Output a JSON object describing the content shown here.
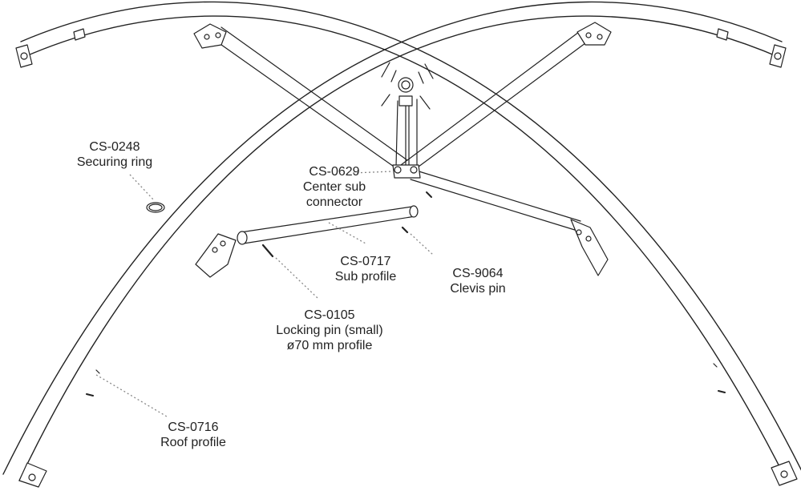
{
  "parts": [
    {
      "code": "CS-0248",
      "name": "Securing ring"
    },
    {
      "code": "CS-0629",
      "name": "Center sub",
      "name2": "connector"
    },
    {
      "code": "CS-0717",
      "name": "Sub profile"
    },
    {
      "code": "CS-9064",
      "name": "Clevis pin"
    },
    {
      "code": "CS-0105",
      "name": "Locking pin (small)",
      "name2": "ø70 mm profile"
    },
    {
      "code": "CS-0716",
      "name": "Roof profile"
    }
  ],
  "colors": {
    "line": "#222222",
    "leader": "#888888",
    "fill": "#ffffff"
  }
}
